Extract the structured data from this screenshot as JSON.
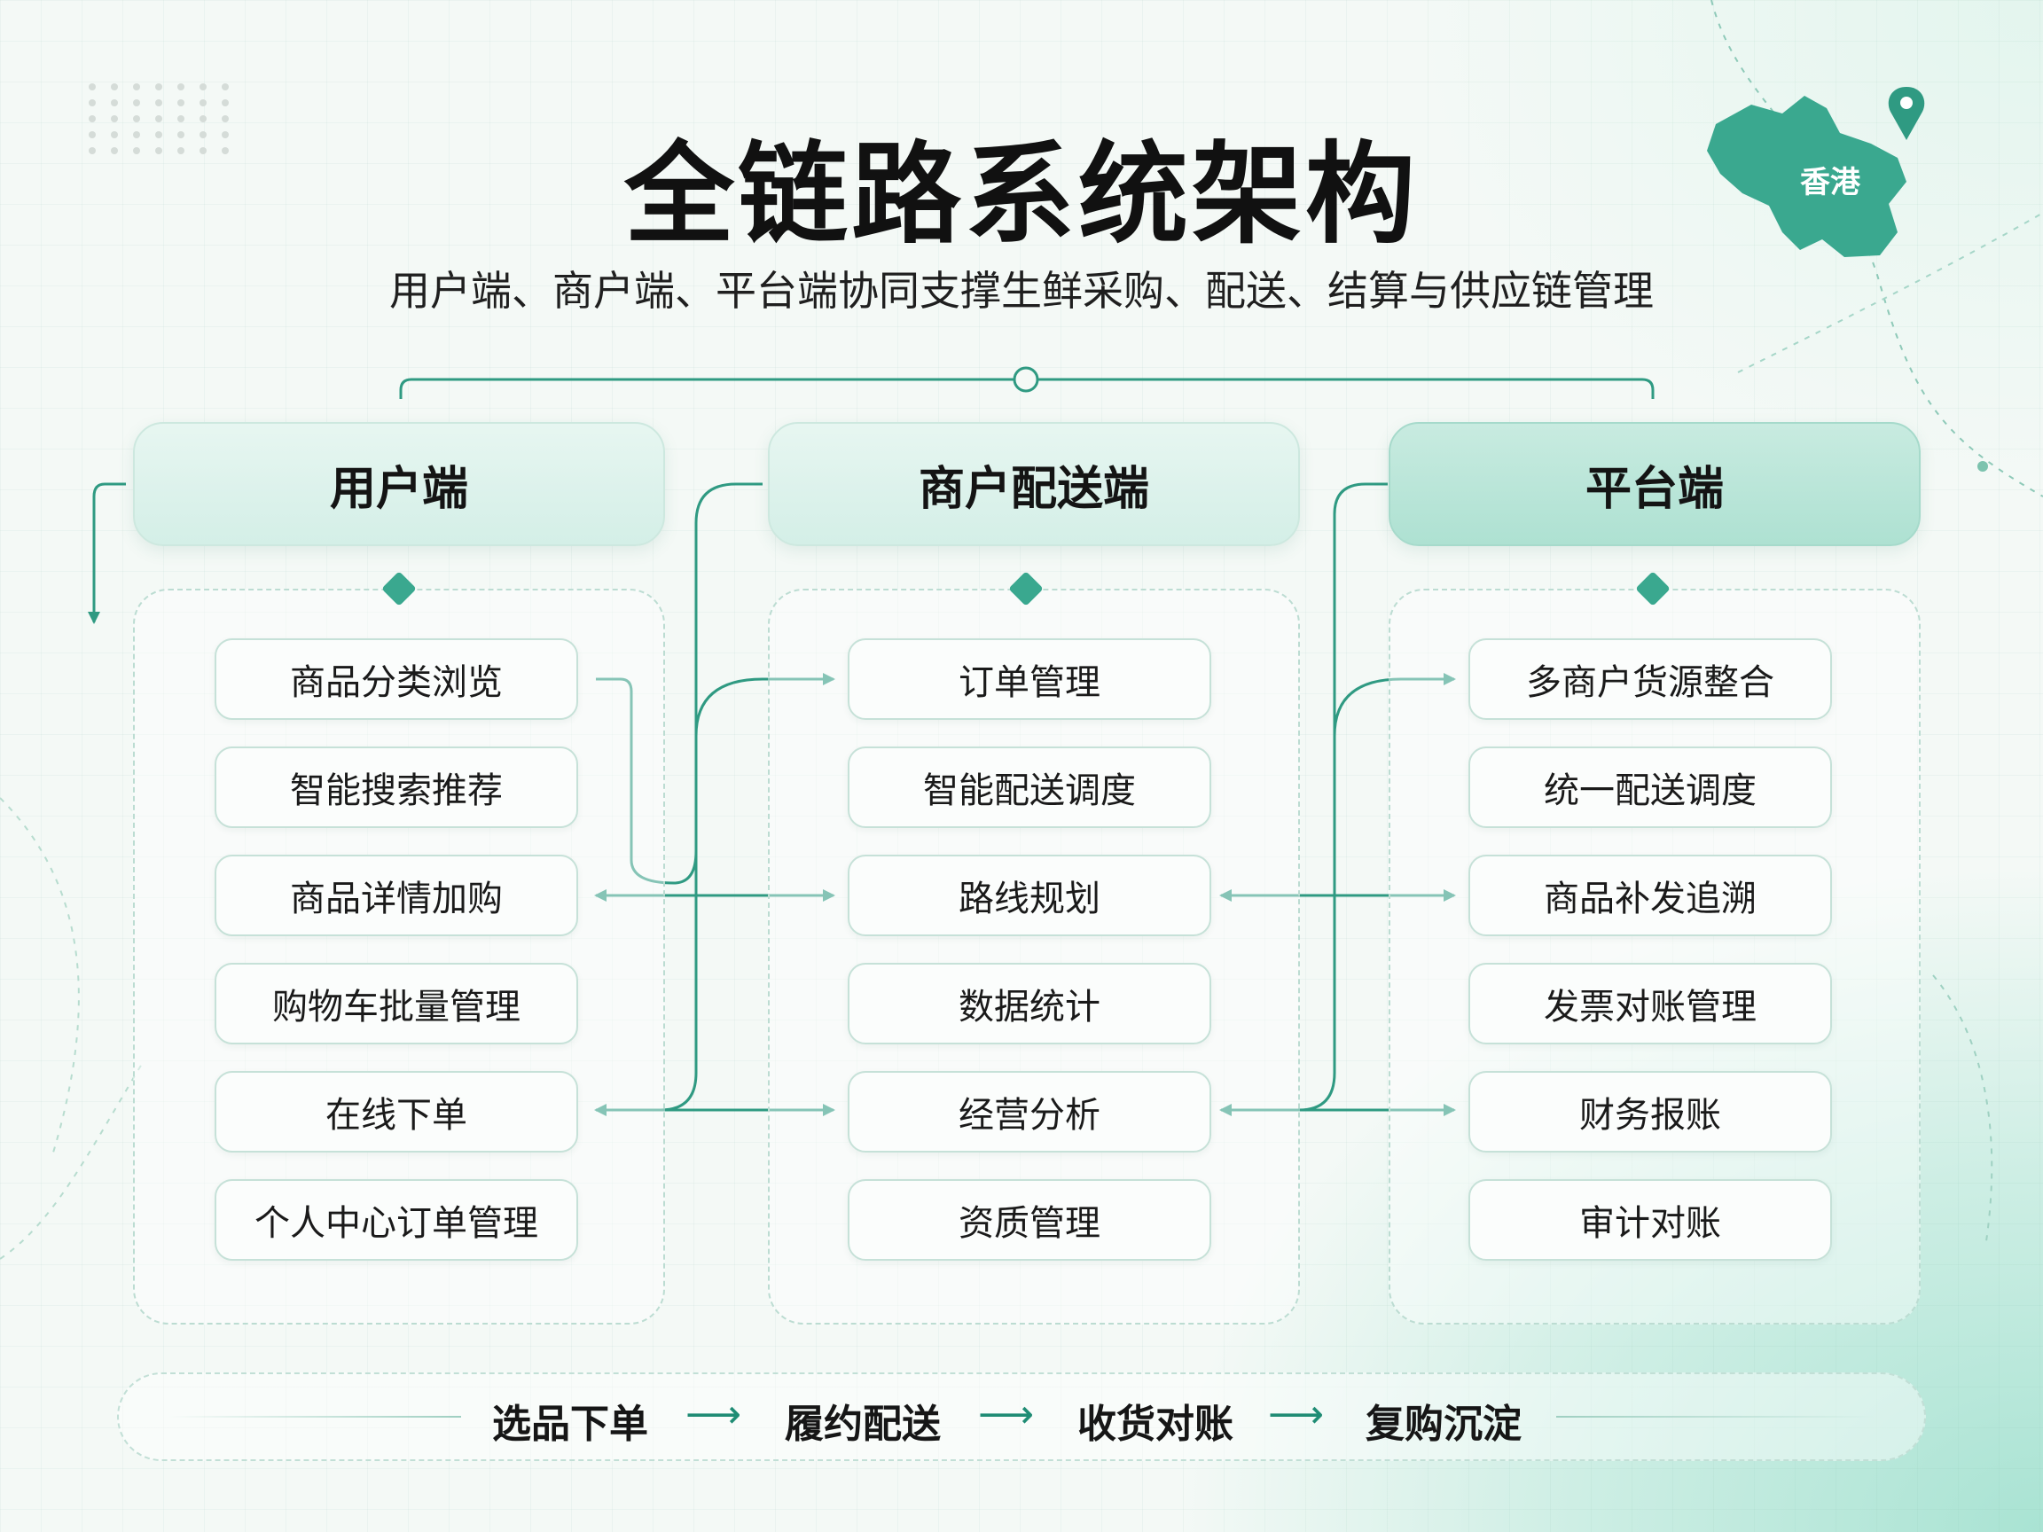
{
  "title": "全链路系统架构",
  "subtitle": "用户端、商户端、平台端协同支撑生鲜采购、配送、结算与供应链管理",
  "region": {
    "label": "香港",
    "fill_color": "#3aa88f",
    "pin_icon": "map-pin-icon"
  },
  "accent_color": "#2f9a82",
  "columns": [
    {
      "title": "用户端",
      "items": [
        "商品分类浏览",
        "智能搜索推荐",
        "商品详情加购",
        "购物车批量管理",
        "在线下单",
        "个人中心订单管理"
      ]
    },
    {
      "title": "商户配送端",
      "items": [
        "订单管理",
        "智能配送调度",
        "路线规划",
        "数据统计",
        "经营分析",
        "资质管理"
      ]
    },
    {
      "title": "平台端",
      "items": [
        "多商户货源整合",
        "统一配送调度",
        "商品补发追溯",
        "发票对账管理",
        "财务报账",
        "审计对账"
      ]
    }
  ],
  "flow": {
    "steps": [
      "选品下单",
      "履约配送",
      "收货对账",
      "复购沉淀"
    ],
    "arrow": "⟶"
  }
}
